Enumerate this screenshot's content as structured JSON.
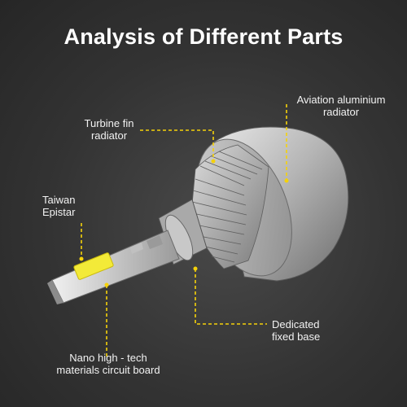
{
  "title": "Analysis of Different Parts",
  "callouts": {
    "turbine_fin_radiator": "Turbine fin\nradiator",
    "aviation_aluminium_radiator": "Aviation aluminium\nradiator",
    "taiwan_epistar": "Taiwan\nEpistar",
    "dedicated_fixed_base": "Dedicated\nfixed base",
    "nano_circuit_board": "Nano high - tech\nmaterials circuit board"
  },
  "colors": {
    "callout_line": "#f5d20a",
    "background": "#333333",
    "chip": "#f3ea38",
    "aluminium": "#b9b9b9"
  }
}
